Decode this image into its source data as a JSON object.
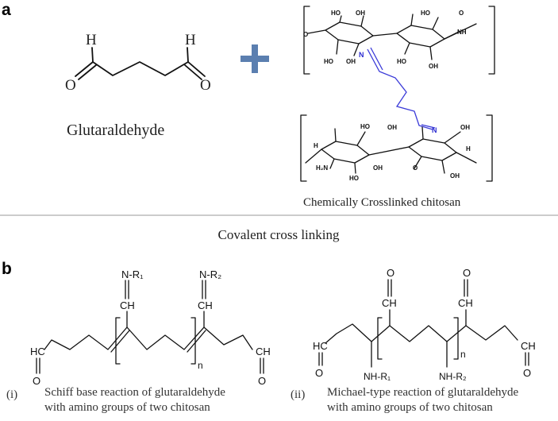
{
  "panel_a": {
    "letter": "a",
    "aldehyde_H_left": "H",
    "aldehyde_H_right": "H",
    "aldehyde_O_left": "O",
    "aldehyde_O_right": "O",
    "compound_name": "Glutaraldehyde",
    "plus_color": "#5b7fb0",
    "crosslinker_color": "#3a3ad8",
    "imine_N_top": "N",
    "imine_N_bottom": "N",
    "product_name": "Chemically Crosslinked chitosan"
  },
  "divider_caption": "Covalent cross linking",
  "panel_b": {
    "letter": "b",
    "left": {
      "R1": "N-R₁",
      "R2": "N-R₂",
      "CH_left": "CH",
      "CH_right": "CH",
      "HC_end": "HC",
      "CH_end": "CH",
      "O_left": "O",
      "O_right": "O",
      "n": "n",
      "caption_num": "(i)",
      "caption_line1": "Schiff base reaction of glutaraldehyde",
      "caption_line2": "with amino groups of two chitosan"
    },
    "right": {
      "O_top_left": "O",
      "O_top_right": "O",
      "CH_top_left": "CH",
      "CH_top_right": "CH",
      "HC_end": "HC",
      "CH_end": "CH",
      "O_left": "O",
      "O_right": "O",
      "NH1": "NH-R₁",
      "NH2": "NH-R₂",
      "n": "n",
      "caption_num": "(ii)",
      "caption_line1": "Michael-type reaction of glutaraldehyde",
      "caption_line2": "with amino groups of two chitosan"
    }
  }
}
